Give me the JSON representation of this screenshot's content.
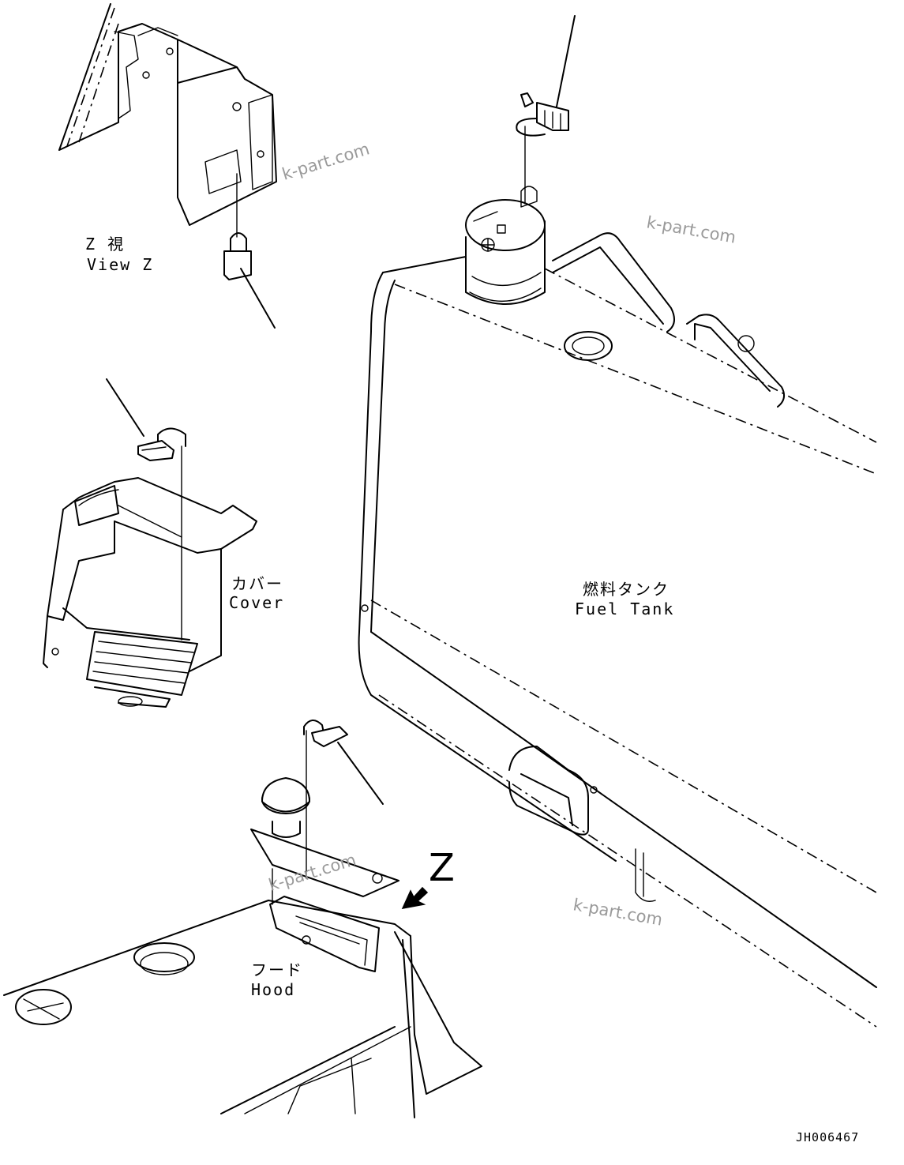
{
  "labels": {
    "view_z_jp": "Z 視",
    "view_z_en": "View Z",
    "cover_jp": "カバー",
    "cover_en": "Cover",
    "fuel_tank_jp": "燃料タンク",
    "fuel_tank_en": "Fuel Tank",
    "hood_jp": "フード",
    "hood_en": "Hood",
    "view_arrow": "Z"
  },
  "watermarks": [
    "k-part.com",
    "k-part.com",
    "k-part.com",
    "k-part.com"
  ],
  "drawing_code": "JH006467"
}
